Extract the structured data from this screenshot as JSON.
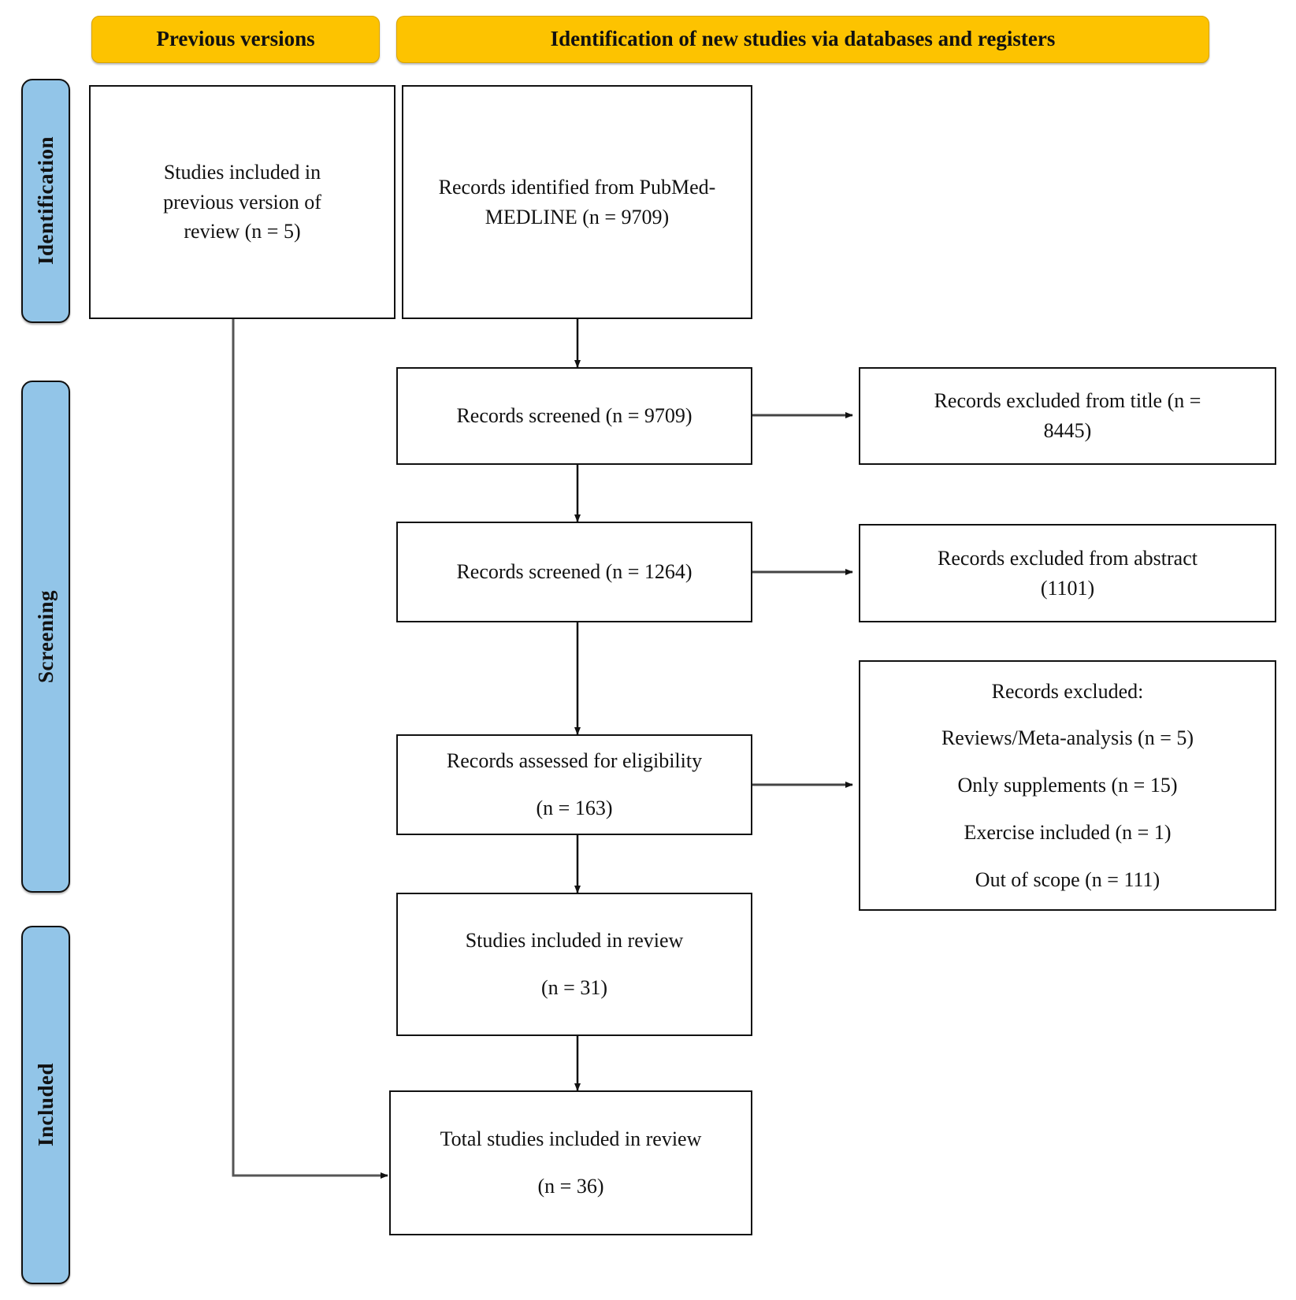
{
  "diagram": {
    "title": "PRISMA flow diagram",
    "colors": {
      "banner_fill": "#FDC300",
      "stage_fill": "#92C5E8",
      "box_border": "#111111",
      "background": "#FFFFFF"
    }
  },
  "banners": [
    {
      "id": "previous-versions",
      "label": "Previous versions"
    },
    {
      "id": "identification-new-studies",
      "label": "Identification of new studies via databases and registers"
    }
  ],
  "stages": [
    {
      "id": "identification",
      "label": "Identification"
    },
    {
      "id": "screening",
      "label": "Screening"
    },
    {
      "id": "included",
      "label": "Included"
    }
  ],
  "nodes": {
    "previous_review": {
      "lines": [
        "Studies included in",
        "previous version of",
        "review (n = 5)"
      ]
    },
    "records_identified": {
      "lines": [
        "Records identified from PubMed-",
        "MEDLINE (n = 9709)"
      ]
    },
    "records_screened_title": {
      "lines": [
        "Records screened (n = 9709)"
      ]
    },
    "excluded_title": {
      "lines": [
        "Records excluded from title (n =",
        "8445)"
      ]
    },
    "records_screened_abstract": {
      "lines": [
        "Records screened (n = 1264)"
      ]
    },
    "excluded_abstract": {
      "lines": [
        "Records excluded from abstract",
        "(1101)"
      ]
    },
    "assessed_eligibility": {
      "lines": [
        "Records assessed for eligibility",
        "(n = 163)"
      ]
    },
    "excluded_reasons": {
      "lines": [
        "Records excluded:",
        "Reviews/Meta-analysis (n = 5)",
        "Only supplements (n = 15)",
        "Exercise included (n = 1)",
        "Out of scope (n = 111)"
      ]
    },
    "studies_included": {
      "lines": [
        "Studies included in review",
        "(n = 31)"
      ]
    },
    "total_studies_included": {
      "lines": [
        "Total studies included in review",
        "(n = 36)"
      ]
    }
  },
  "counts": {
    "previous_version": 5,
    "identified_pubmed_medline": 9709,
    "screened_title": 9709,
    "excluded_from_title": 8445,
    "screened_abstract": 1264,
    "excluded_from_abstract": 1101,
    "assessed_for_eligibility": 163,
    "excluded_reviews_meta_analysis": 5,
    "excluded_only_supplements": 15,
    "excluded_exercise_included": 1,
    "excluded_out_of_scope": 111,
    "studies_included_in_review": 31,
    "total_studies_included_in_review": 36
  }
}
